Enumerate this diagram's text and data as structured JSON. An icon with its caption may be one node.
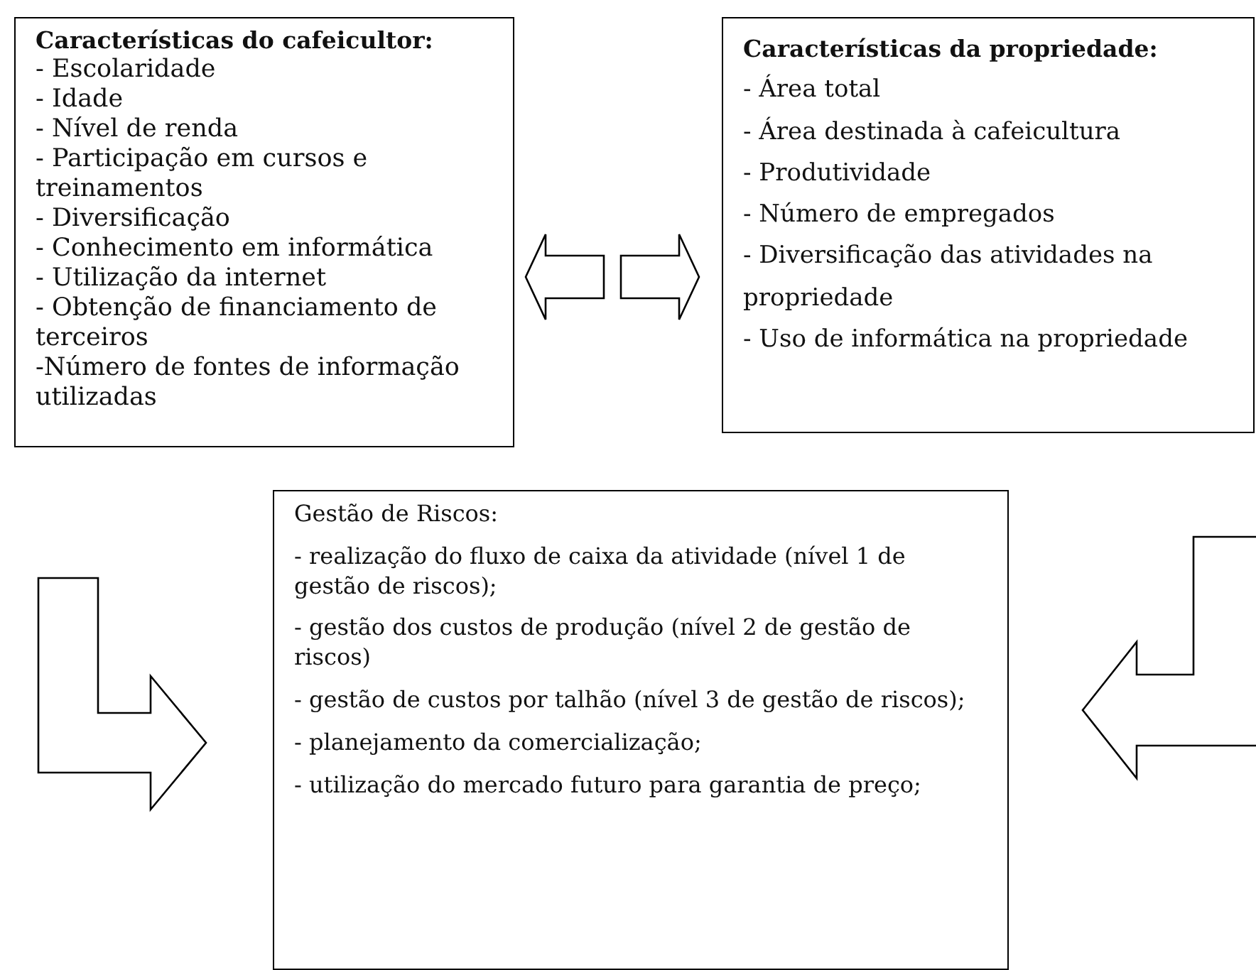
{
  "diagram": {
    "nodes": [
      {
        "text": [
          "Características do cafeicultor:",
          "- Escolaridade",
          "- Idade",
          "- Nível de renda",
          "- Participação em cursos e treinamentos",
          "- Diversificação",
          "- Conhecimento em informática",
          "- Utilização da internet",
          "- Obtenção de financiamento de terceiros",
          "-Número de fontes de informação utilizadas"
        ]
      },
      {
        "text": [
          "Características da propriedade:",
          "- Área total",
          "- Área destinada à cafeicultura",
          "- Produtividade",
          "- Número de empregados",
          "- Diversificação das atividades na propriedade",
          "- Uso de informática na propriedade"
        ]
      },
      {
        "text": [
          "Gestão de Riscos:",
          "- realização do fluxo de caixa da atividade (nível 1 de gestão de riscos);",
          "- gestão dos custos de produção (nível 2 de gestão de riscos)",
          "- gestão de custos por talhão (nível 3 de gestão de riscos);",
          "- planejamento da comercialização;",
          "- utilização do mercado futuro para garantia de preço;"
        ]
      }
    ],
    "edges": [
      {
        "from": null,
        "to": 0,
        "arrow": "to"
      },
      {
        "from": null,
        "to": 1,
        "arrow": "to"
      },
      {
        "from": 0,
        "to": 2,
        "arrow": "to"
      },
      {
        "from": 1,
        "to": 2,
        "arrow": "to"
      }
    ]
  }
}
